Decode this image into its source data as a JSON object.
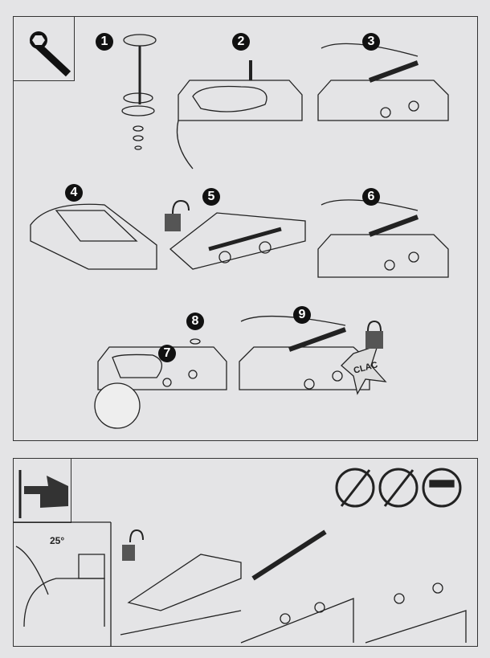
{
  "steps": {
    "s1": "1",
    "s2": "2",
    "s3": "3",
    "s4": "4",
    "s5": "5",
    "s6": "6",
    "s7": "7",
    "s8": "8",
    "s9": "9"
  },
  "labels": {
    "clac": "CLAC",
    "angle": "25°"
  },
  "icons": [
    "wrench-icon",
    "pointing-hand-icon",
    "padlock-open-icon",
    "padlock-closed-icon",
    "no-high-heels-icon",
    "no-chemicals-icon",
    "no-abrasive-icon"
  ],
  "colors": {
    "paper": "#e4e4e6",
    "ink": "#1a1a1a",
    "lock": "#555555"
  }
}
